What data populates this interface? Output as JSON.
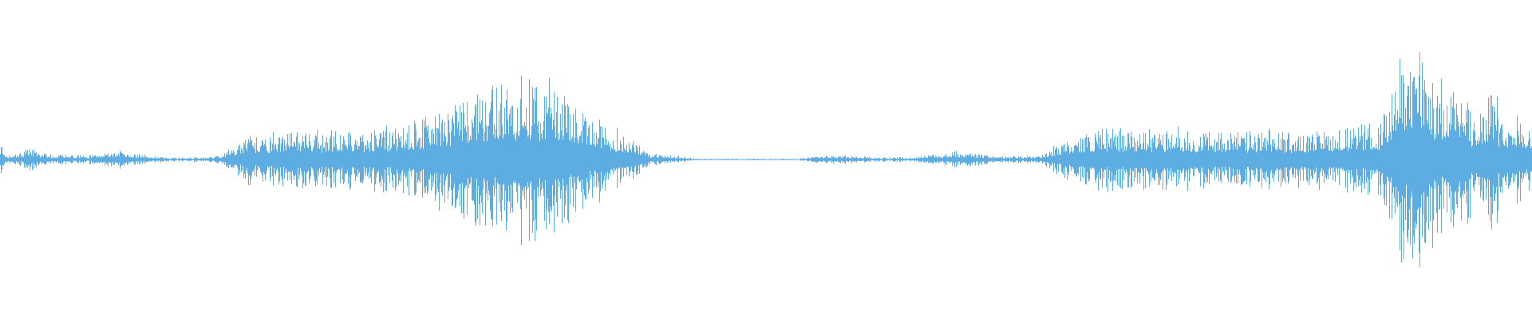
{
  "waveform": {
    "color": "#5dade2",
    "background": "#ffffff",
    "amplitude_envelope": [
      [
        0.0,
        0.09
      ],
      [
        0.004,
        0.02
      ],
      [
        0.012,
        0.03
      ],
      [
        0.02,
        0.06
      ],
      [
        0.028,
        0.03
      ],
      [
        0.036,
        0.02
      ],
      [
        0.042,
        0.03
      ],
      [
        0.05,
        0.02
      ],
      [
        0.056,
        0.02
      ],
      [
        0.066,
        0.03
      ],
      [
        0.078,
        0.05
      ],
      [
        0.088,
        0.03
      ],
      [
        0.096,
        0.02
      ],
      [
        0.11,
        0.01
      ],
      [
        0.14,
        0.015
      ],
      [
        0.15,
        0.05
      ],
      [
        0.16,
        0.12
      ],
      [
        0.19,
        0.14
      ],
      [
        0.22,
        0.14
      ],
      [
        0.26,
        0.16
      ],
      [
        0.285,
        0.22
      ],
      [
        0.3,
        0.32
      ],
      [
        0.32,
        0.36
      ],
      [
        0.345,
        0.41
      ],
      [
        0.365,
        0.36
      ],
      [
        0.385,
        0.24
      ],
      [
        0.4,
        0.16
      ],
      [
        0.415,
        0.1
      ],
      [
        0.425,
        0.03
      ],
      [
        0.44,
        0.02
      ],
      [
        0.455,
        0.004
      ],
      [
        0.52,
        0.004
      ],
      [
        0.54,
        0.02
      ],
      [
        0.555,
        0.02
      ],
      [
        0.575,
        0.01
      ],
      [
        0.6,
        0.015
      ],
      [
        0.625,
        0.04
      ],
      [
        0.64,
        0.03
      ],
      [
        0.655,
        0.015
      ],
      [
        0.68,
        0.02
      ],
      [
        0.695,
        0.1
      ],
      [
        0.72,
        0.16
      ],
      [
        0.76,
        0.15
      ],
      [
        0.8,
        0.14
      ],
      [
        0.86,
        0.14
      ],
      [
        0.9,
        0.18
      ],
      [
        0.915,
        0.5
      ],
      [
        0.925,
        0.6
      ],
      [
        0.935,
        0.42
      ],
      [
        0.945,
        0.33
      ],
      [
        0.955,
        0.48
      ],
      [
        0.962,
        0.2
      ],
      [
        0.975,
        0.42
      ],
      [
        0.982,
        0.12
      ],
      [
        0.99,
        0.26
      ],
      [
        0.997,
        0.2
      ],
      [
        1.0,
        0.15
      ]
    ]
  }
}
